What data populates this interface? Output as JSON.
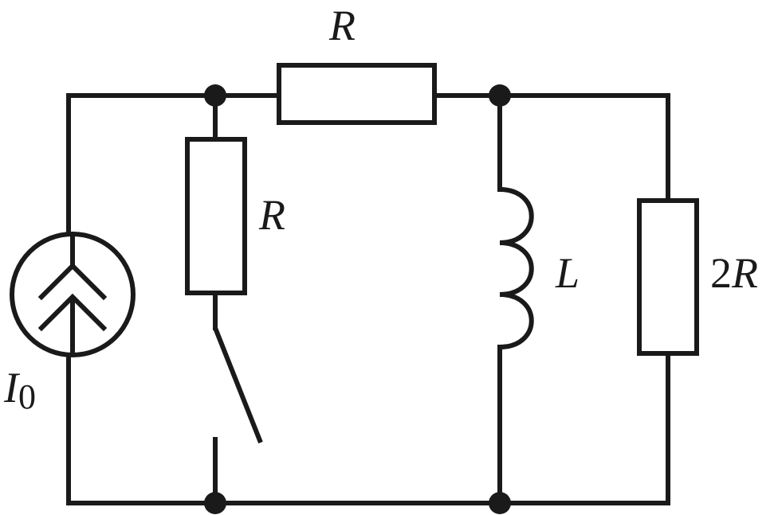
{
  "labels": {
    "top_resistor": "R",
    "left_resistor": "R",
    "inductor": "L",
    "right_resistor_coefficient": "2",
    "right_resistor_symbol": "R",
    "source_symbol": "I",
    "source_subscript": "0"
  },
  "colors": {
    "stroke": "#1a1a1a",
    "background": "#ffffff"
  },
  "icons": {
    "source": "current-source-icon",
    "switch": "open-switch-icon"
  }
}
